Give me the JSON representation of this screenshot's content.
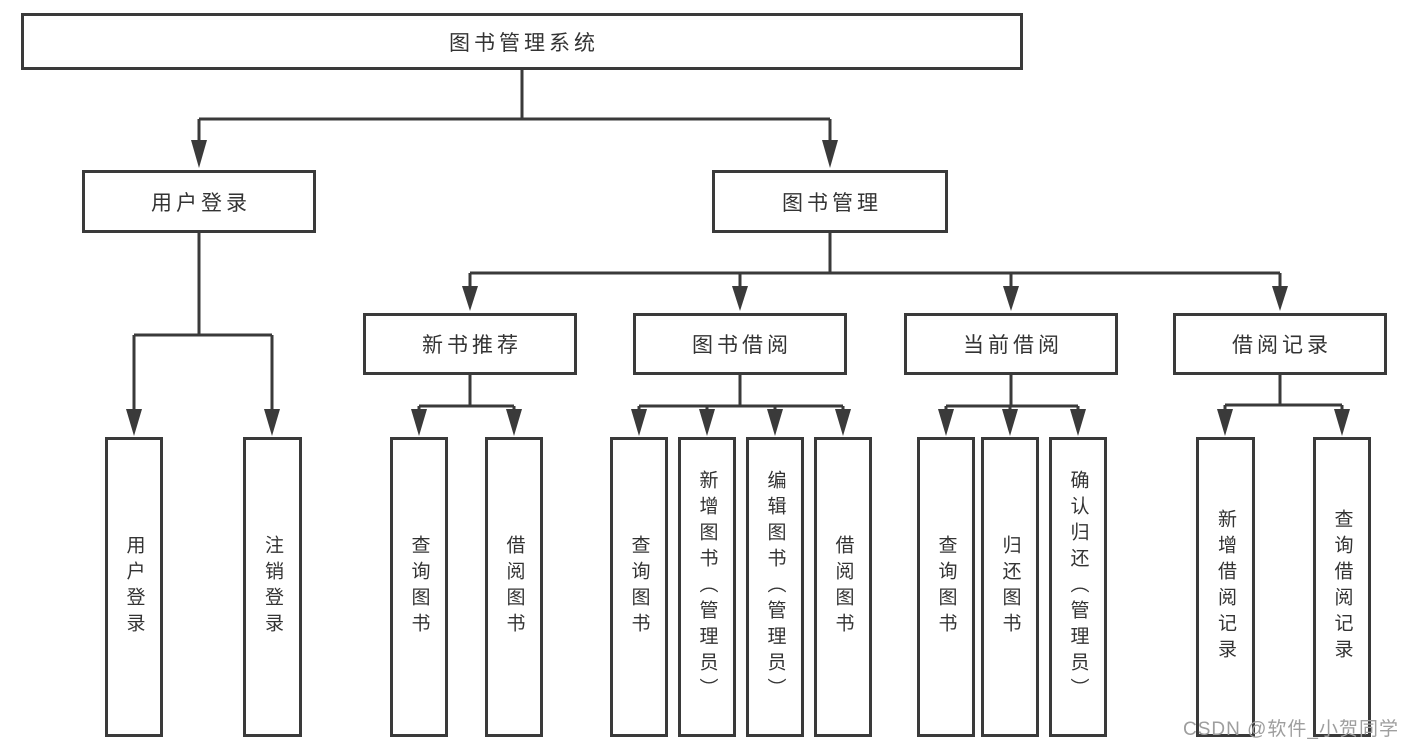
{
  "diagram": {
    "type": "hierarchy",
    "title": "图书管理系统"
  },
  "colors": {
    "line": "#3a3a3a",
    "text": "#333333",
    "box_background": "#ffffff",
    "page_background": "#ffffff",
    "watermark": "#9e9e9e"
  },
  "nodes": {
    "system": {
      "label": "图书管理系统"
    },
    "user_login": {
      "label": "用户登录"
    },
    "book_management": {
      "label": "图书管理"
    },
    "new_book_recommend": {
      "label": "新书推荐"
    },
    "book_borrowing": {
      "label": "图书借阅"
    },
    "current_borrowing": {
      "label": "当前借阅"
    },
    "borrowing_records": {
      "label": "借阅记录"
    },
    "leaf_user_login": {
      "label": "用户登录"
    },
    "leaf_logout": {
      "label": "注销登录"
    },
    "leaf_query_book_1": {
      "label": "查询图书"
    },
    "leaf_borrow_book_1": {
      "label": "借阅图书"
    },
    "leaf_query_book_2": {
      "label": "查询图书"
    },
    "leaf_add_book": {
      "label": "新增图书（管理员）"
    },
    "leaf_edit_book": {
      "label": "编辑图书（管理员）"
    },
    "leaf_borrow_book_2": {
      "label": "借阅图书"
    },
    "leaf_query_book_3": {
      "label": "查询图书"
    },
    "leaf_return_book": {
      "label": "归还图书"
    },
    "leaf_confirm_return": {
      "label": "确认归还（管理员）"
    },
    "leaf_add_record": {
      "label": "新增借阅记录"
    },
    "leaf_query_record": {
      "label": "查询借阅记录"
    }
  },
  "hierarchy": [
    {
      "parent": "system",
      "children": [
        "user_login",
        "book_management"
      ]
    },
    {
      "parent": "user_login",
      "children": [
        "leaf_user_login",
        "leaf_logout"
      ]
    },
    {
      "parent": "book_management",
      "children": [
        "new_book_recommend",
        "book_borrowing",
        "current_borrowing",
        "borrowing_records"
      ]
    },
    {
      "parent": "new_book_recommend",
      "children": [
        "leaf_query_book_1",
        "leaf_borrow_book_1"
      ]
    },
    {
      "parent": "book_borrowing",
      "children": [
        "leaf_query_book_2",
        "leaf_add_book",
        "leaf_edit_book",
        "leaf_borrow_book_2"
      ]
    },
    {
      "parent": "current_borrowing",
      "children": [
        "leaf_query_book_3",
        "leaf_return_book",
        "leaf_confirm_return"
      ]
    },
    {
      "parent": "borrowing_records",
      "children": [
        "leaf_add_record",
        "leaf_query_record"
      ]
    }
  ],
  "watermark": {
    "text": "CSDN @软件_小贺同学"
  }
}
